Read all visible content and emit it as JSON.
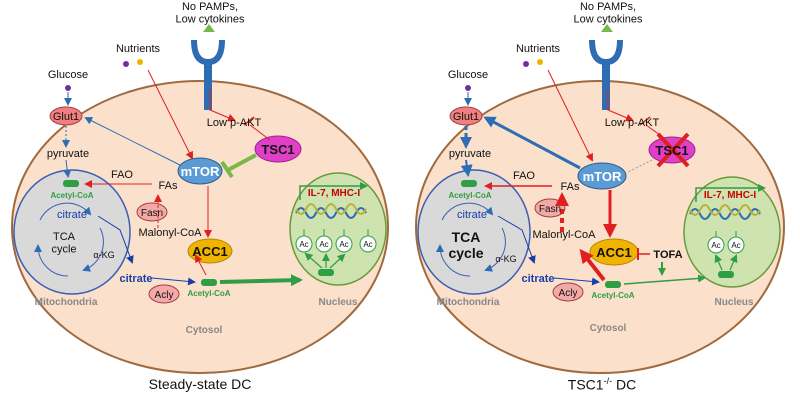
{
  "colors": {
    "cell_fill": "#fbe0cc",
    "cell_stroke": "#a06a3e",
    "mito_fill": "#d9d9d9",
    "mito_stroke": "#3b5fb0",
    "nucleus_fill": "#cfe3b0",
    "nucleus_stroke": "#6a9a3a",
    "receptor": "#2e6db4",
    "activation_red": "#e02020",
    "inhibition_green": "#7ab648",
    "glut1_fill": "#f08080",
    "mtor_fill": "#5b9bd5",
    "tsc1_fill": "#e040c8",
    "acc1_fill": "#f0b400",
    "enzyme_fill": "#f4a9a9",
    "acetyl_fill": "#2f9e44",
    "ac_label_green": "#2f9e44",
    "gene_label_red": "#cc0000",
    "citrate_blue": "#1a3ea8"
  },
  "panels": [
    {
      "caption": "Steady-state DC",
      "ligand": "No PAMPs,\nLow cytokines",
      "nutrients": "Nutrients",
      "glucose": "Glucose",
      "glut1": "Glut1",
      "pyruvate": "pyruvate",
      "low_pakt": "Low p-AKT",
      "tsc1": "TSC1",
      "mtor": "mTOR",
      "fao": "FAO",
      "fas": "FAs",
      "fasn": "Fasn",
      "malonyl": "Malonyl-CoA",
      "acc1": "ACC1",
      "acetyl_mito": "Acetyl-CoA",
      "citrate_mito": "citrate",
      "tca": "TCA\ncycle",
      "akg": "α-KG",
      "mitochondria": "Mitochondria",
      "citrate_cyto": "citrate",
      "acly": "Acly",
      "acetyl_cyto": "Acetyl-CoA",
      "cytosol": "Cytosol",
      "genes": "IL-7, MHC-I",
      "ac": "Ac",
      "nucleus": "Nucleus"
    },
    {
      "caption": "TSC1",
      "caption_sup": "-/-",
      "caption_tail": " DC",
      "ligand": "No PAMPs,\nLow cytokines",
      "nutrients": "Nutrients",
      "glucose": "Glucose",
      "glut1": "Glut1",
      "pyruvate": "pyruvate",
      "low_pakt": "Low p-AKT",
      "tsc1": "TSC1",
      "mtor": "mTOR",
      "fao": "FAO",
      "fas": "FAs",
      "fasn": "Fasn",
      "malonyl": "Malonyl-CoA",
      "acc1": "ACC1",
      "tofa": "TOFA",
      "acetyl_mito": "Acetyl-CoA",
      "citrate_mito": "citrate",
      "tca": "TCA\ncycle",
      "akg": "α-KG",
      "mitochondria": "Mitochondria",
      "citrate_cyto": "citrate",
      "acly": "Acly",
      "acetyl_cyto": "Acetyl-CoA",
      "cytosol": "Cytosol",
      "genes": "IL-7, MHC-I",
      "ac": "Ac",
      "nucleus": "Nucleus"
    }
  ]
}
